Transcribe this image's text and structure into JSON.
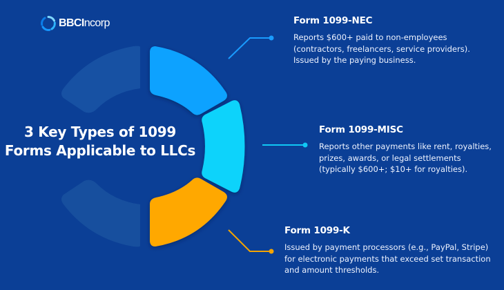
{
  "brand": {
    "logo_bold": "BBCI",
    "logo_light": "ncorp",
    "icon": "bbcincorp-swirl-logo-icon"
  },
  "title": {
    "line1": "3 Key Types of 1099",
    "line2": "Forms Applicable to LLCs"
  },
  "colors": {
    "background": "#0b3f96",
    "nec": "#0aa2ff",
    "misc": "#0ad2fa",
    "k": "#ffa800",
    "faint_segment": "#1a58aa",
    "text": "#ffffff"
  },
  "forms": [
    {
      "id": "nec",
      "title": "Form 1099-NEC",
      "description": "Reports $600+ paid to non-employees (contractors, freelancers, service providers). Issued by the paying business."
    },
    {
      "id": "misc",
      "title": "Form 1099-MISC",
      "description": "Reports other payments like rent, royalties, prizes, awards, or legal settlements (typically $600+; $10+ for royalties)."
    },
    {
      "id": "k",
      "title": "Form 1099-K",
      "description": "Issued by payment processors (e.g., PayPal, Stripe) for electronic payments that exceed set transaction and amount thresholds."
    }
  ]
}
